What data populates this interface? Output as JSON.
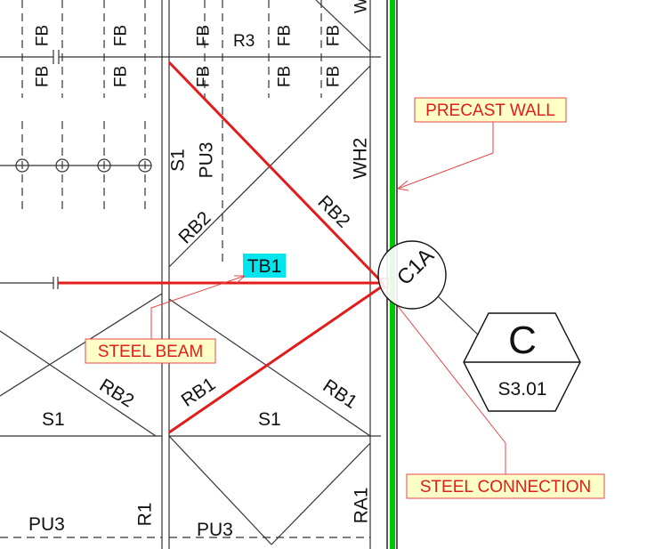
{
  "labels": {
    "fb": "FB",
    "r3": "R3",
    "r1": "R1",
    "s1": "S1",
    "pu3": "PU3",
    "wh2": "WH2",
    "rb2": "RB2",
    "rb1": "RB1",
    "ra1": "RA1",
    "tb1": "TB1"
  },
  "callouts": {
    "precast_wall": "PRECAST WALL",
    "steel_beam": "STEEL BEAM",
    "steel_connection": "STEEL CONNECTION"
  },
  "detail": {
    "bubble": "C1A",
    "letter": "C",
    "sheet": "S3.01"
  },
  "colors": {
    "wall": "#00c800",
    "beam": "#e21b1b",
    "callout_text": "#e21b1b",
    "callout_fill": "#ffffc8",
    "tag_fill": "#00e5ee"
  }
}
